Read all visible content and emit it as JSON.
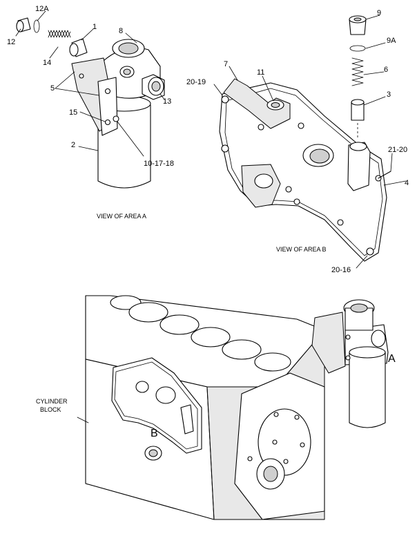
{
  "callouts": {
    "c1": "1",
    "c2": "2",
    "c3": "3",
    "c4": "4",
    "c5": "5",
    "c6": "6",
    "c7": "7",
    "c8": "8",
    "c9": "9",
    "c9a": "9A",
    "c11": "11",
    "c12": "12",
    "c12a": "12A",
    "c13": "13",
    "c14": "14",
    "c15": "15",
    "c101718": "10-17-18",
    "c2019": "20-19",
    "c2120": "21-20",
    "c2016": "20-16"
  },
  "captions": {
    "view_a": "VIEW OF AREA A",
    "view_b": "VIEW OF AREA B",
    "cylinder_line1": "CYLINDER",
    "cylinder_line2": "BLOCK",
    "area_a": "A",
    "area_b": "B"
  }
}
